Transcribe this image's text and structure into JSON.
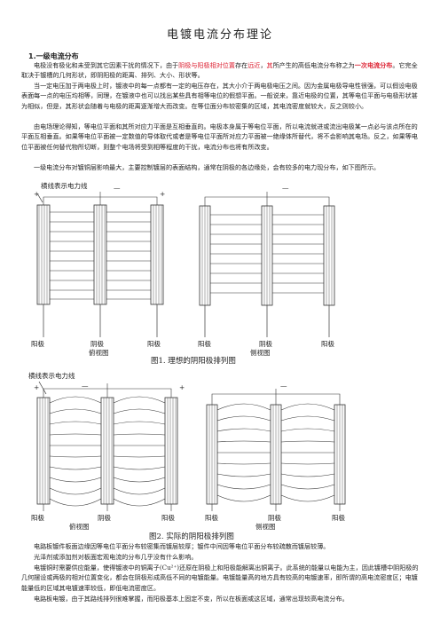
{
  "doc": {
    "title": "电镀电流分布理论",
    "section_heading": "1.一级电流分布",
    "p1": {
      "a": "电极没有极化和未受到其它因素干扰的情况下，由于",
      "b": "阴极与阳极相对位置",
      "c": "存在",
      "d": "远近",
      "e": "，",
      "f": "其",
      "g": "所产生的高低电流分布称之为",
      "h": "一次电流分布",
      "i": "。它完全取决于镀槽的几何形状，即阴阳极的距离、排列、大小、形状等。"
    },
    "p2": "当一定电压加于两电极上时，镀液中的每一点都有一定的电压存在，其大小介于两电极电压之间。因为金属电极导电性很强，可以假设电极表面每一点的电压均相等，同理，在镀液中也可以找出某些具有相等电位的假想平面。一般说来，靠近电极的位置，其等电位平面与电极形状甚为相似，但是，其形状会随着与电极的距离逐渐增大而改变。在等位面分布较密集的区域，其电流密度就较大，反之则较小。",
    "p3": "由电场理论得知，等电位平面和其所对应力平面是互相垂直的。电极本身属于等电位平面，所以电流就进或流出电极某一点必与该点所在的平面互相垂直。如果等电位平面被一定数值的导体取代或者是等电位平面所对应力平面被一绝缘体所替代，将不会影响其电场。反之，如果等电位平面被任何替代物所切断，则整个电场将受到相等程度的干扰，电流分布也将有所改变。",
    "p4": "一级电流分布对镀铜层影响最大，主要控制镀层的表面结构，通常在阴极的各边缘处，会有较多的电力现分布，如下图所示。",
    "fig1": {
      "field_label": "横线表示电力线",
      "plus": "+",
      "minus": "—",
      "top_view_labels": [
        "阳极",
        "阴极",
        "阳极"
      ],
      "side_view_labels": [
        "阳极",
        "阴极",
        "阳极"
      ],
      "top_view": "俯视图",
      "side_view": "侧视图",
      "caption": "图1. 理想的阴阳极排列图"
    },
    "fig2": {
      "field_label": "横线表示电力线",
      "plus": "+",
      "minus": "—",
      "top_view_labels": [
        "阳极",
        "阴极",
        "阳极"
      ],
      "side_view_labels": [
        "阳极",
        "阴极",
        "阳极"
      ],
      "top_view": "俯视图",
      "side_view": "侧视图",
      "caption": "图2. 实际的阴阳极排列图"
    },
    "p5": "电路板镀件板面边缘因等电位平面分布较密集而镀层较厚；镀件中间因等电位平面分布较疏散而镀层较薄。",
    "p6": "光泽剂或添加剂对板面宏观电流的分布几乎没有什么影响。",
    "p7": "电镀铜时需要供应能量，使得镀液中的铜离子(Cu²⁺)还原在阴极上和阳极能解离出铜离子。此系统的能量以电能为主，因此镀槽中阴阳极的几何摆设或两极的相对位置变化，都会在阴极形成高低不同的电镀能量。电镀能量高的地方具有较高的电镀速率，即所谓的高电流密度区；电镀能量低的区域其电镀速率较低，即低电流密度区。",
    "p8": "电路板电镀，由于其路线排列很难掌握，而阳极基本上固定不变，所以在板面或这区域，通常出现较高电流分布。"
  }
}
